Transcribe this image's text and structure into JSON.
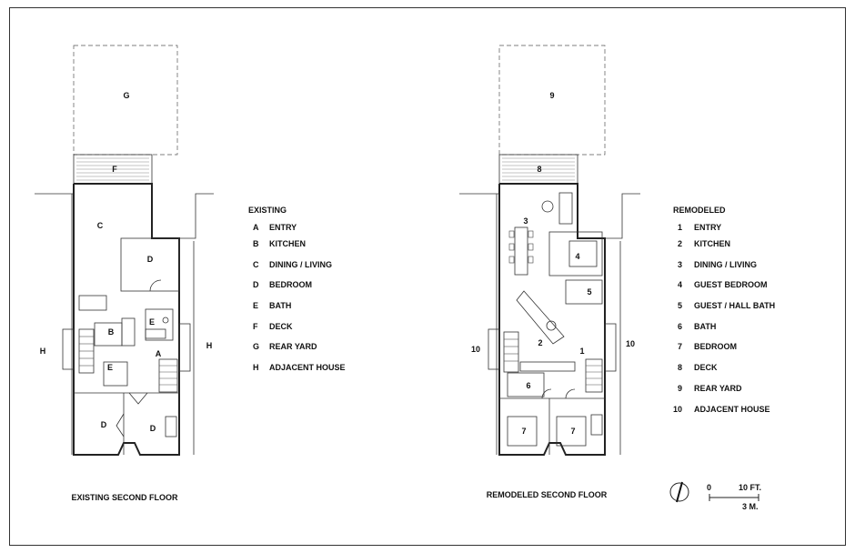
{
  "existing": {
    "heading": "EXISTING",
    "caption": "EXISTING SECOND FLOOR",
    "legend": [
      {
        "key": "A",
        "label": "ENTRY"
      },
      {
        "key": "B",
        "label": "KITCHEN"
      },
      {
        "key": "C",
        "label": "DINING / LIVING"
      },
      {
        "key": "D",
        "label": "BEDROOM"
      },
      {
        "key": "E",
        "label": "BATH"
      },
      {
        "key": "F",
        "label": "DECK"
      },
      {
        "key": "G",
        "label": "REAR YARD"
      },
      {
        "key": "H",
        "label": "ADJACENT HOUSE"
      }
    ],
    "room_tags": {
      "a": "A",
      "b": "B",
      "c": "C",
      "d": "D",
      "e": "E",
      "f": "F",
      "g": "G",
      "h": "H"
    }
  },
  "remodeled": {
    "heading": "REMODELED",
    "caption": "REMODELED SECOND FLOOR",
    "legend": [
      {
        "key": "1",
        "label": "ENTRY"
      },
      {
        "key": "2",
        "label": "KITCHEN"
      },
      {
        "key": "3",
        "label": "DINING / LIVING"
      },
      {
        "key": "4",
        "label": "GUEST BEDROOM"
      },
      {
        "key": "5",
        "label": "GUEST / HALL BATH"
      },
      {
        "key": "6",
        "label": "BATH"
      },
      {
        "key": "7",
        "label": "BEDROOM"
      },
      {
        "key": "8",
        "label": "DECK"
      },
      {
        "key": "9",
        "label": "REAR YARD"
      },
      {
        "key": "10",
        "label": "ADJACENT HOUSE"
      }
    ],
    "room_tags": {
      "r1": "1",
      "r2": "2",
      "r3": "3",
      "r4": "4",
      "r5": "5",
      "r6": "6",
      "r7": "7",
      "r8": "8",
      "r9": "9",
      "r10": "10"
    }
  },
  "scale": {
    "zero": "0",
    "feet": "10 FT.",
    "meters": "3 M."
  }
}
